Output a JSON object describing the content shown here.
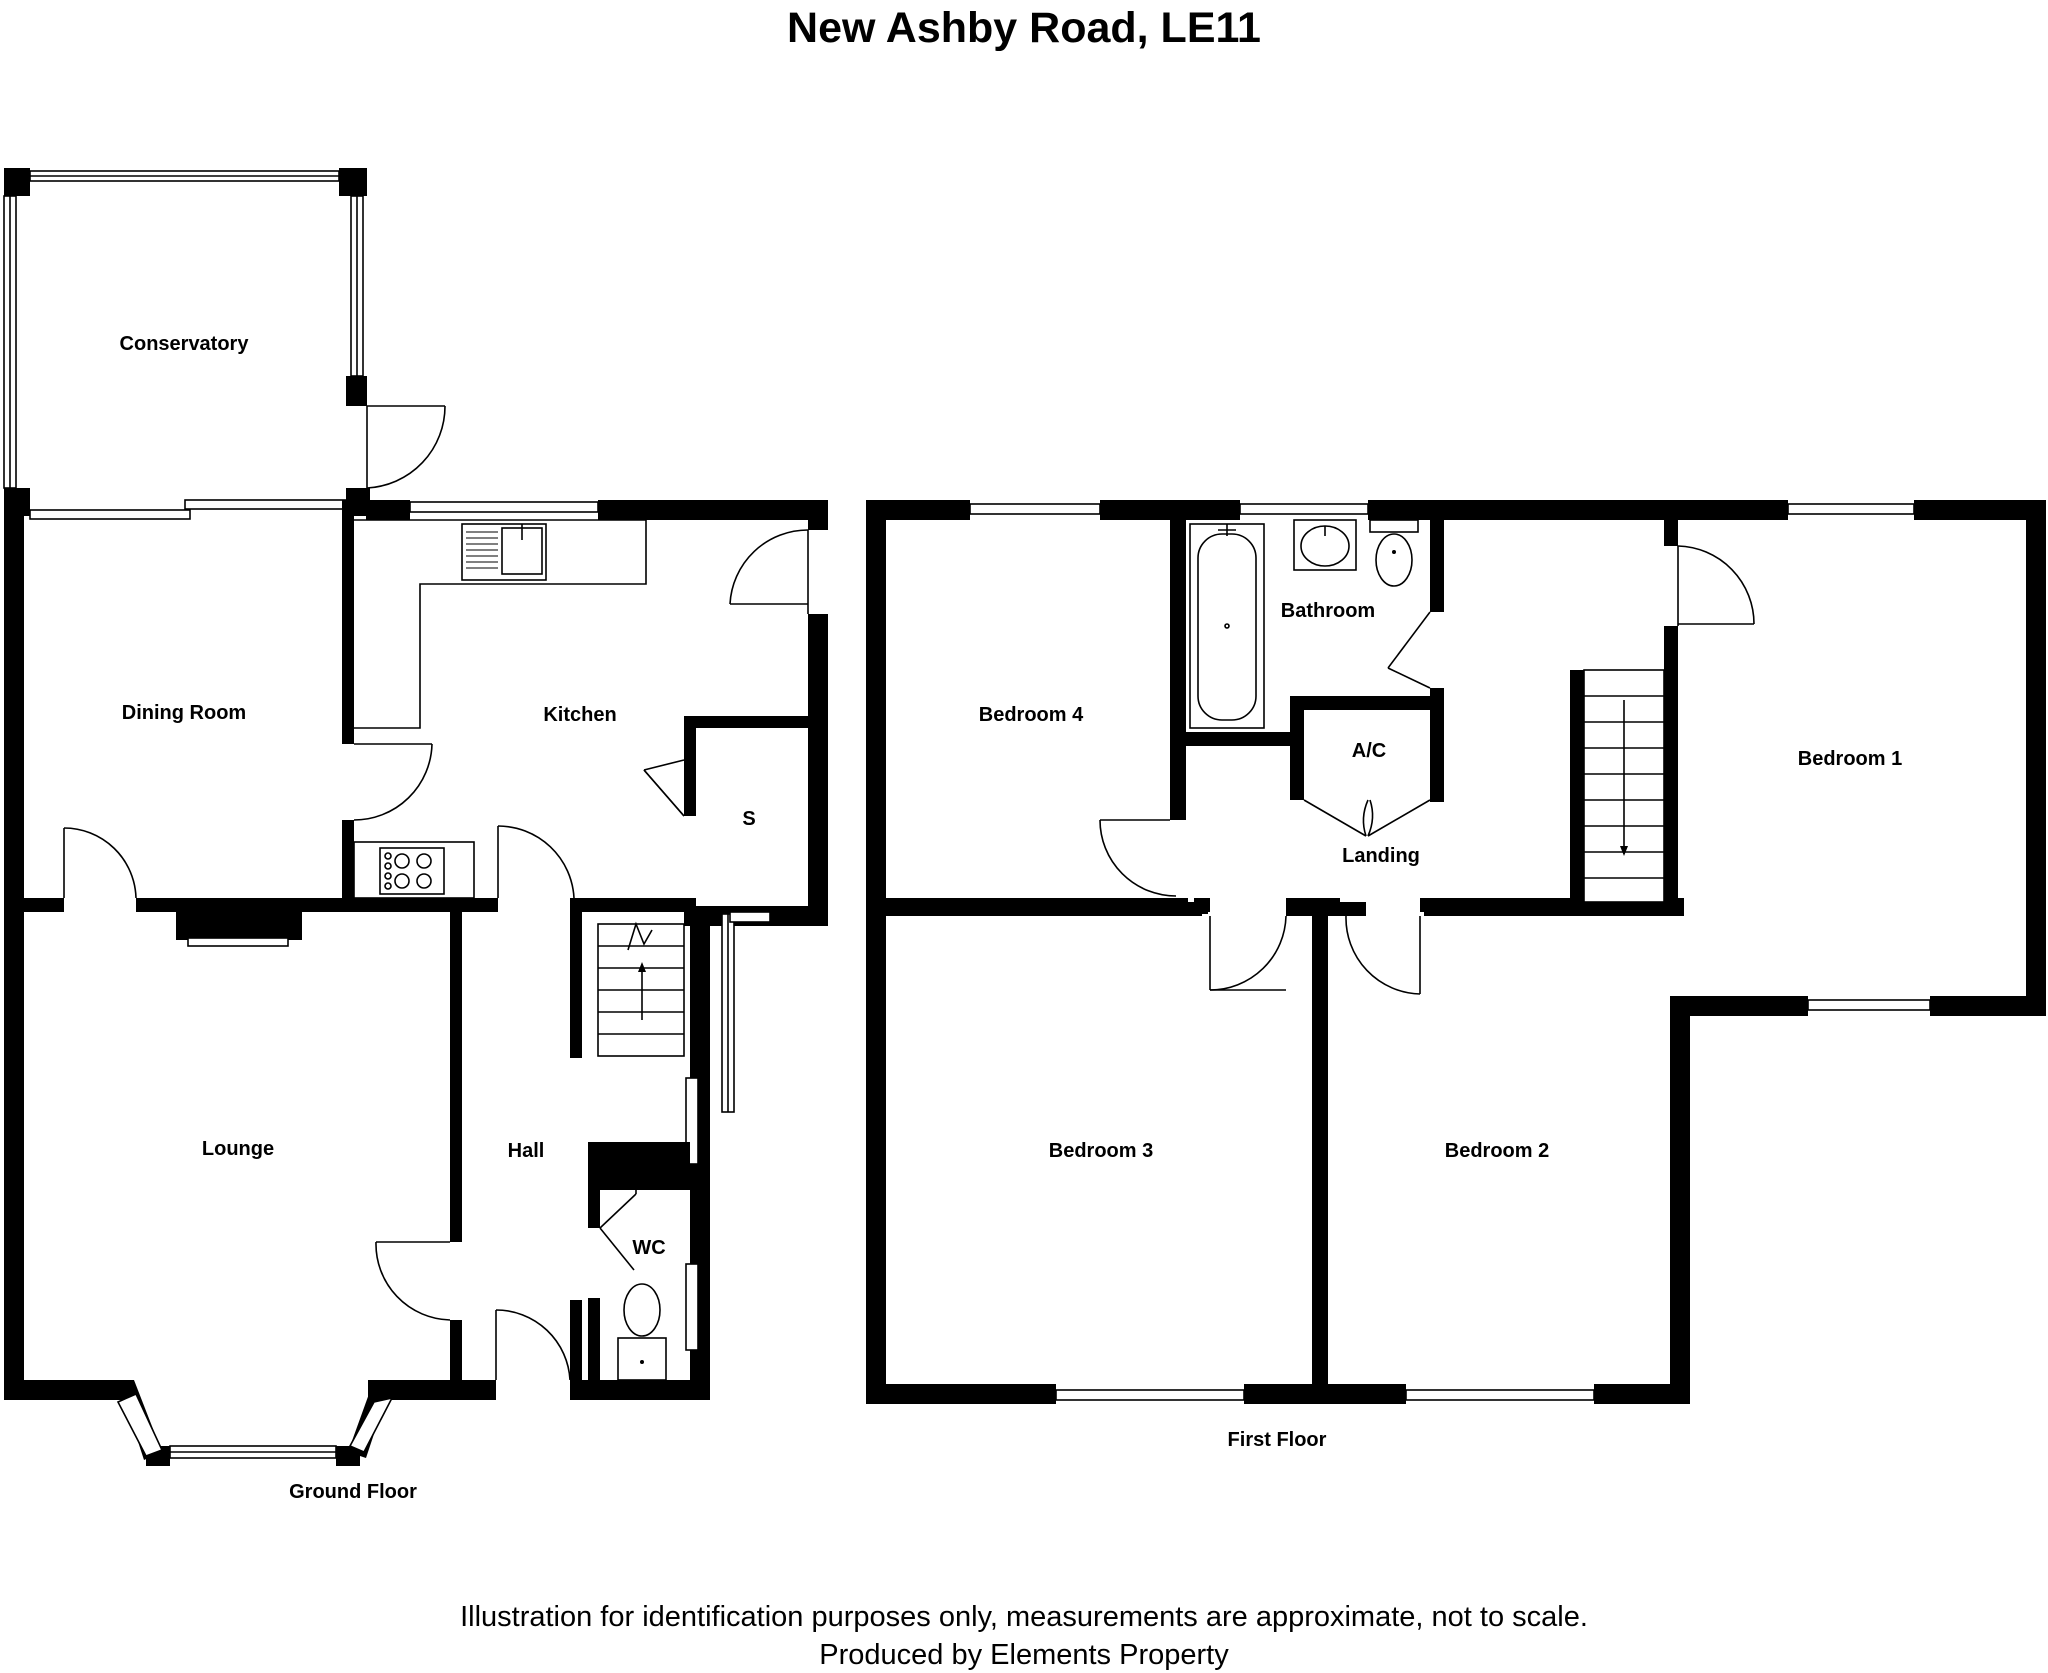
{
  "title": "New Ashby Road, LE11",
  "floors": {
    "ground": "Ground Floor",
    "first": "First Floor"
  },
  "rooms": {
    "conservatory": "Conservatory",
    "dining_room": "Dining Room",
    "kitchen": "Kitchen",
    "store": "S",
    "lounge": "Lounge",
    "hall": "Hall",
    "wc": "WC",
    "bedroom4": "Bedroom 4",
    "bathroom": "Bathroom",
    "ac": "A/C",
    "landing": "Landing",
    "bedroom1": "Bedroom 1",
    "bedroom3": "Bedroom 3",
    "bedroom2": "Bedroom 2"
  },
  "footer": {
    "line1": "Illustration for identification purposes only, measurements are approximate, not to scale.",
    "line2": "Produced by Elements Property"
  }
}
